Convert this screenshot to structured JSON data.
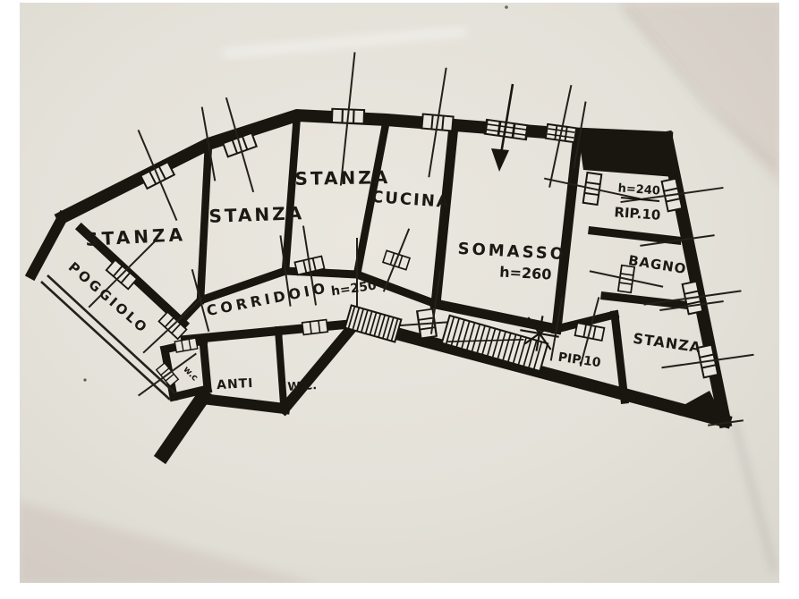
{
  "plan": {
    "rooms": {
      "stanza1": {
        "label": "STANZA"
      },
      "stanza2": {
        "label": "STANZA"
      },
      "stanza3": {
        "label": "STANZA"
      },
      "cucina": {
        "label": "CUCINA"
      },
      "somasso": {
        "label": "SOMASSO",
        "height": "h=260"
      },
      "corridoio": {
        "label": "CORRIDOIO",
        "height": "h=250"
      },
      "poggiolo": {
        "label": "POGGIOLO"
      },
      "anti": {
        "label": "ANTI"
      },
      "wc": {
        "label": "W.C."
      },
      "wc_small": {
        "label": "w.c"
      },
      "rip10": {
        "label": "RIP.10",
        "height": "h=240"
      },
      "bagno": {
        "label": "BAGNO"
      },
      "stanza4": {
        "label": "STANZA"
      },
      "pip10": {
        "label": "PIP.10"
      }
    },
    "colors": {
      "ink": "#19150f",
      "paper": "#e6e3db"
    }
  }
}
